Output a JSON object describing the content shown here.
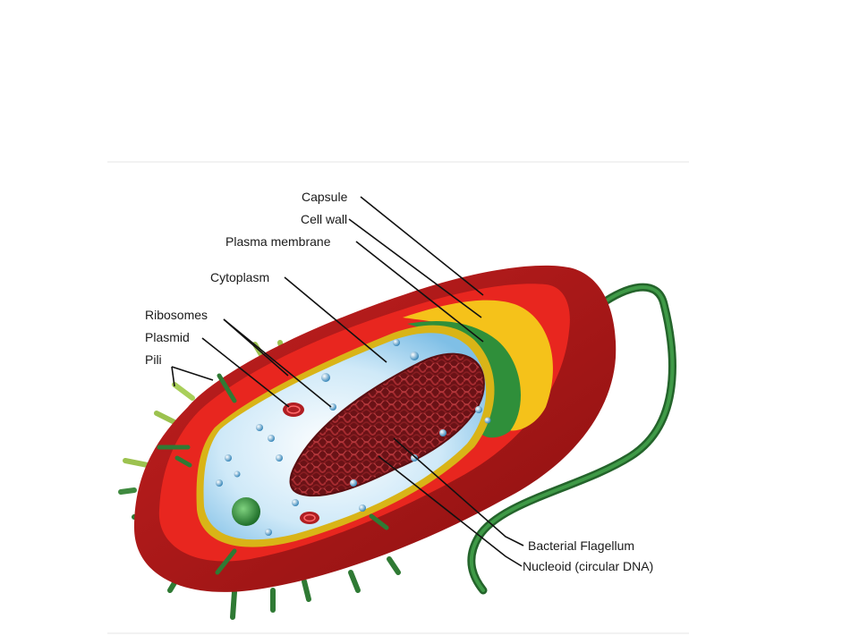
{
  "diagram": {
    "labels": {
      "capsule": "Capsule",
      "cell_wall": "Cell wall",
      "plasma_membrane": "Plasma membrane",
      "cytoplasm": "Cytoplasm",
      "ribosomes": "Ribosomes",
      "plasmid": "Plasmid",
      "pili": "Pili",
      "bacterial_flagellum": "Bacterial Flagellum",
      "nucleoid": "Nucleoid (circular DNA)"
    },
    "colors": {
      "capsule": "#b51c1c",
      "cell_wall": "#e8261f",
      "plasma_membrane_band": "#f5c21a",
      "membrane_green": "#2f8f3a",
      "cytoplasm": "#bfe3f5",
      "nucleoid": "#8f1d22",
      "pili": "#2c6e2e",
      "flagellum": "#2d7a34"
    }
  }
}
